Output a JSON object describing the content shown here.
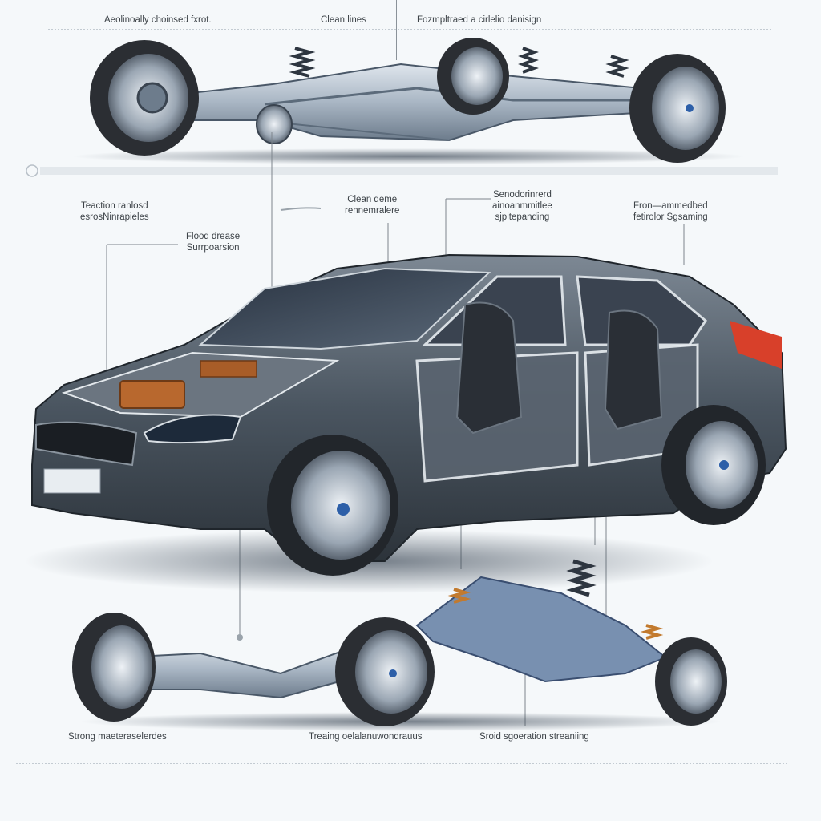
{
  "diagram": {
    "subject": "Hatchback car body cutaway with chassis and suspension assemblies",
    "colors": {
      "background": "#f5f8fa",
      "body_paint": "#4a5560",
      "chassis_steel": "#a9b6c4",
      "suspension_blue": "#4d6a9a",
      "engine_copper": "#b8682e",
      "tail_light": "#d8402a",
      "tire": "#2b2e33",
      "label_text": "#3d4348"
    }
  },
  "top_labels": {
    "left": "Aeolinoally choinsed fxrot.",
    "center": "Clean lines",
    "right": "Fozmpltraed a cirlelio danisign"
  },
  "middle_labels": {
    "traction": {
      "line1": "Teaction ranlosd",
      "line2": "esrosNinrapieles"
    },
    "flood": {
      "line1": "Flood drease",
      "line2": "Surrpoarsion"
    },
    "clean_dome": {
      "line1": "Clean deme",
      "line2": "rennemralere"
    },
    "semi": {
      "line1": "Senodorinrerd",
      "line2": "ainoanmmitlee",
      "line3": "sjpitepanding"
    },
    "front": {
      "line1": "Fron—ammedbed",
      "line2": "fetirolor Sgsaming"
    }
  },
  "bottom_labels": {
    "left": "Strong maeteraselerdes",
    "center": "Treaing oelalanuwondrauus",
    "right": "Sroid sgoeration streaniing"
  },
  "sections": {
    "top": "Exploded chassis frame with four wheels and coil springs",
    "middle": "Hatchback car with transparent body showing engine and seats",
    "bottom": "Front and rear suspension subframes with wheels"
  }
}
